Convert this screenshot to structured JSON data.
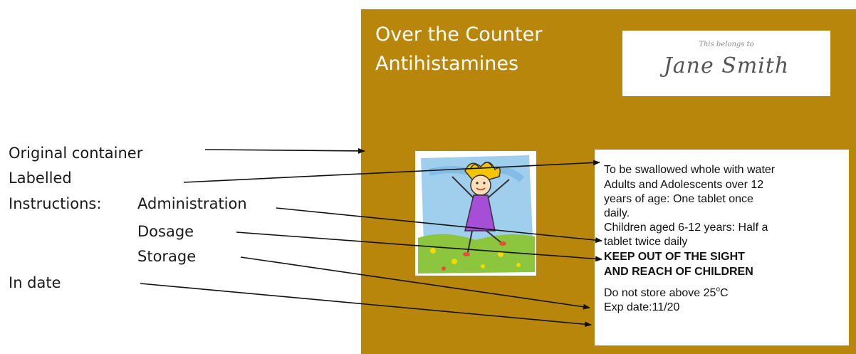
{
  "labels": {
    "original_container": "Original container",
    "labelled": "Labelled",
    "instructions": "Instructions:",
    "administration": "Administration",
    "dosage": "Dosage",
    "storage": "Storage",
    "in_date": "In date"
  },
  "box": {
    "title_line1": "Over the Counter",
    "title_line2": "Antihistamines",
    "owner_caption": "This belongs to",
    "owner_name": "Jane Smith",
    "background_color": "#b8860b"
  },
  "instructions_panel": {
    "swallow": "To be swallowed whole with water",
    "adults_line1": "Adults and Adolescents over 12",
    "adults_line2": "years of age: One tablet once",
    "adults_line3": "daily.",
    "children_line1": "Children aged 6-12 years: Half a",
    "children_line2": "tablet twice daily",
    "warning_line1": "KEEP OUT OF THE SIGHT",
    "warning_line2": "AND REACH OF CHILDREN",
    "storage_prefix": "Do not store above 25",
    "storage_degree": "o",
    "storage_unit": "C",
    "expiry": "Exp date:11/20"
  }
}
